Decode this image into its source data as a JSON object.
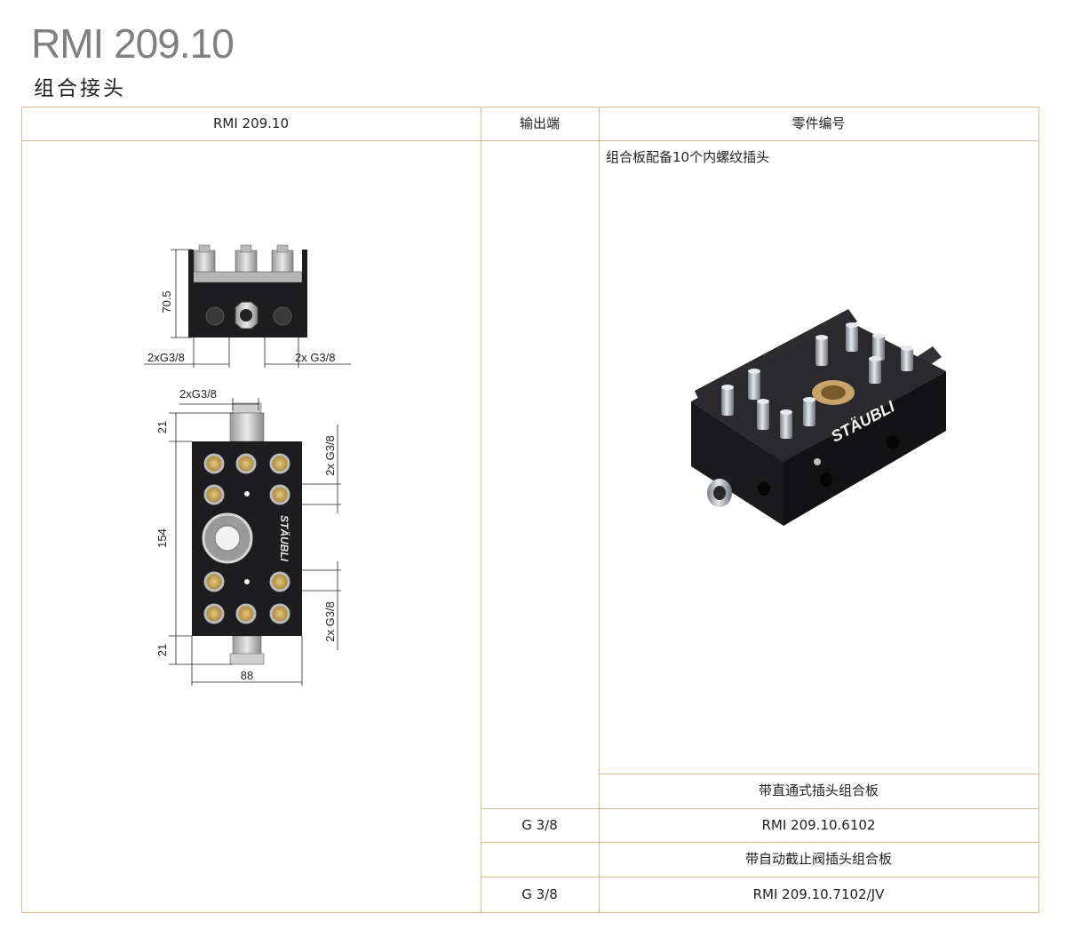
{
  "document": {
    "title": "RMI 209.10",
    "subtitle": "组合接头"
  },
  "table": {
    "headers": [
      "RMI 209.10",
      "输出端",
      "零件编号"
    ],
    "description": "组合板配备10个内螺纹插头",
    "sections": [
      {
        "label": "带直通式插头组合板",
        "output": "G 3/8",
        "part": "RMI 209.10.6102"
      },
      {
        "label": "带自动截止阀插头组合板",
        "output": "G 3/8",
        "part": "RMI 209.10.7102/JV"
      }
    ]
  },
  "drawing": {
    "dims": {
      "height_side": "70.5",
      "port_left": "2xG3/8",
      "port_right": "2x G3/8",
      "port_top": "2xG3/8",
      "top_offset": "21",
      "body_length": "154",
      "bottom_offset": "21",
      "width": "88",
      "right_upper": "2x G3/8",
      "right_lower": "2x G3/8"
    },
    "brand_text": "STÄUBLI"
  },
  "photo": {
    "brand_text": "STÄUBLI"
  },
  "colors": {
    "border": "#e3b98e",
    "title_gray": "#808080",
    "body_black": "#1d1d1f"
  }
}
